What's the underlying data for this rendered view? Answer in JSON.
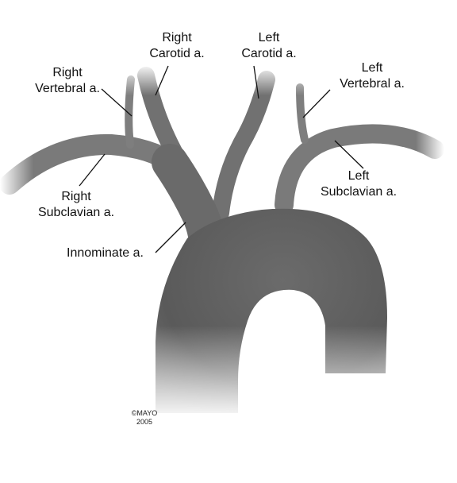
{
  "labels": {
    "right_carotid": [
      "Right",
      "Carotid a."
    ],
    "left_carotid": [
      "Left",
      "Carotid a."
    ],
    "right_vertebral": [
      "Right",
      "Vertebral a."
    ],
    "left_vertebral": [
      "Left",
      "Vertebral a."
    ],
    "left_subclavian": [
      "Left",
      "Subclavian a."
    ],
    "right_subclavian": [
      "Right",
      "Subclavian a."
    ],
    "innominate": "Innominate a."
  },
  "copyright": [
    "©MAYO",
    "2005"
  ],
  "colors": {
    "artery_dark": "#5e5e5e",
    "artery_light": "#8a8a8a",
    "leader_line": "#111111"
  }
}
